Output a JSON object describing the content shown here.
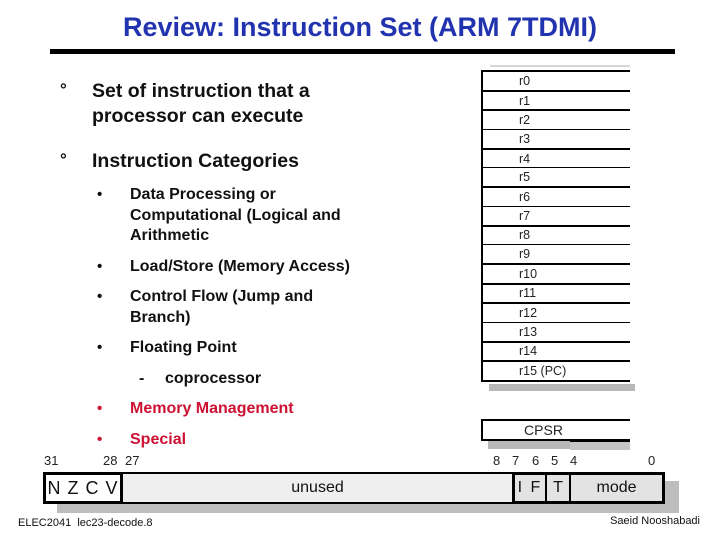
{
  "slide": {
    "title": "Review: Instruction Set (ARM 7TDMI)",
    "footer_left": "ELEC2041  lec23-decode.8",
    "footer_right": "Saeid Nooshabadi"
  },
  "colors": {
    "title_blue": "#2233b0",
    "emphasis_red": "#cc1133",
    "text_black": "#111111",
    "box_gray": "#e3e3e3",
    "unused_gray": "#efefef",
    "shadow_gray": "#b8b8b8"
  },
  "content": {
    "degree_marker": "°",
    "bullet_marker": "•",
    "dash_marker": "-",
    "level1": [
      "Set of instruction that a\nprocessor can execute",
      "Instruction Categories"
    ],
    "categories": [
      "Data Processing or\nComputational (Logical and\nArithmetic",
      "Load/Store (Memory Access)",
      "Control Flow (Jump and\nBranch)",
      "Floating Point",
      "Memory Management",
      "Special"
    ],
    "sub_item": "coprocessor"
  },
  "registers": [
    "r0",
    "r1",
    "r2",
    "r3",
    "r4",
    "r5",
    "r6",
    "r7",
    "r8",
    "r9",
    "r10",
    "r11",
    "r12",
    "r13",
    "r14",
    "r15 (PC)"
  ],
  "cpsr_label": "CPSR",
  "bitfield": {
    "bit_labels": [
      "31",
      "28",
      "27",
      "8",
      "7",
      "6",
      "5",
      "4",
      "0"
    ],
    "flags": "N Z C V",
    "unused": "unused",
    "if_flags": "I F",
    "t_flag": "T",
    "mode": "mode"
  }
}
